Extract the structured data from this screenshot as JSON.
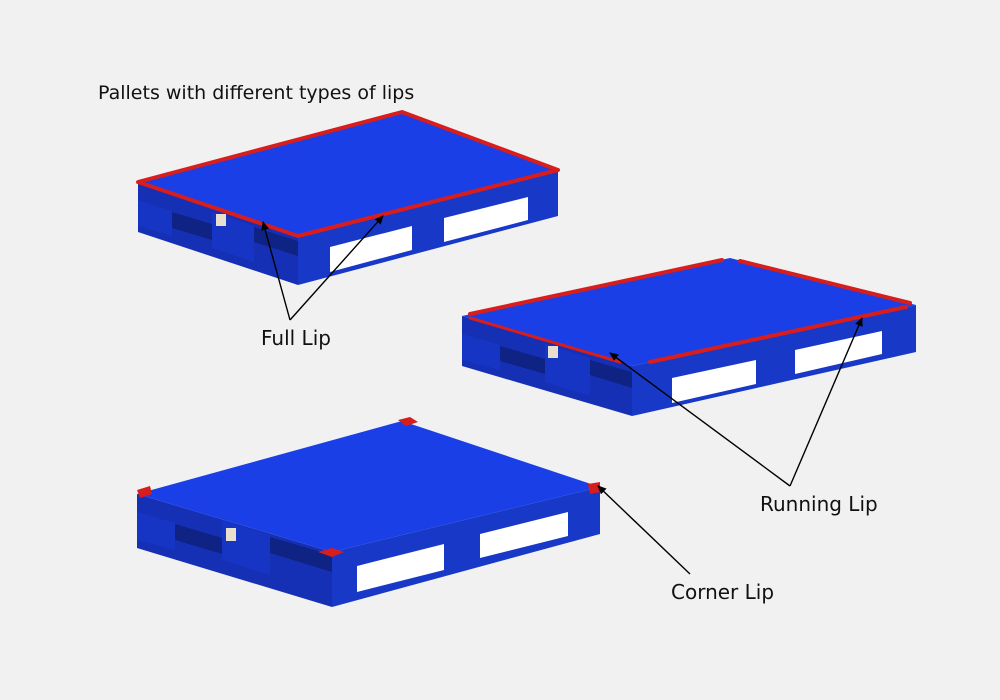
{
  "title": "Pallets with different types of lips",
  "labels": {
    "full_lip": "Full Lip",
    "running_lip": "Running Lip",
    "corner_lip": "Corner Lip"
  },
  "colors": {
    "background": "#f1f1f1",
    "pallet_top": "#1a3fe6",
    "pallet_side": "#1530b4",
    "pallet_shadow": "#0f2385",
    "lip": "#d81d1d",
    "arrow": "#000000"
  },
  "pallets": [
    {
      "name": "full-lip-pallet",
      "lip_type": "full"
    },
    {
      "name": "running-lip-pallet",
      "lip_type": "running"
    },
    {
      "name": "corner-lip-pallet",
      "lip_type": "corner"
    }
  ]
}
